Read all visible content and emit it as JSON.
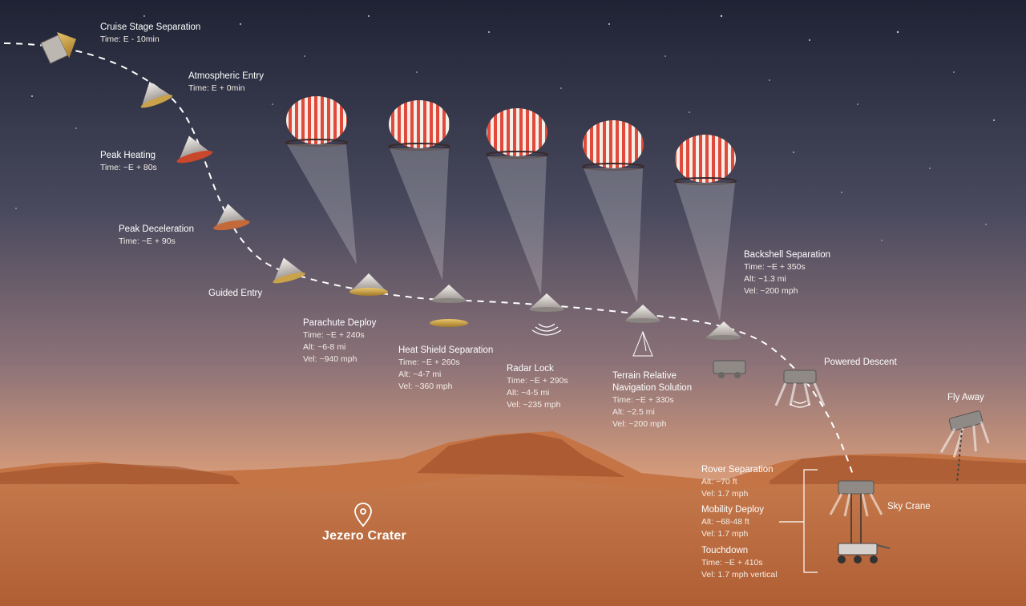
{
  "location": {
    "name": "Jezero Crater",
    "icon": "map-pin-icon"
  },
  "stages": [
    {
      "id": "cruise",
      "title": "Cruise Stage Separation",
      "details": [
        "Time: E - 10min"
      ]
    },
    {
      "id": "entry",
      "title": "Atmospheric Entry",
      "details": [
        "Time: E + 0min"
      ]
    },
    {
      "id": "heating",
      "title": "Peak Heating",
      "details": [
        "Time: ~E + 80s"
      ]
    },
    {
      "id": "decel",
      "title": "Peak Deceleration",
      "details": [
        "Time: ~E + 90s"
      ]
    },
    {
      "id": "guided",
      "title": "Guided Entry",
      "details": []
    },
    {
      "id": "parachute",
      "title": "Parachute Deploy",
      "details": [
        "Time: ~E + 240s",
        "Alt: ~6-8 mi",
        "Vel: ~940 mph"
      ]
    },
    {
      "id": "heatshield",
      "title": "Heat Shield Separation",
      "details": [
        "Time: ~E + 260s",
        "Alt: ~4-7 mi",
        "Vel: ~360 mph"
      ]
    },
    {
      "id": "radar",
      "title": "Radar Lock",
      "details": [
        "Time: ~E + 290s",
        "Alt: ~4-5 mi",
        "Vel: ~235 mph"
      ]
    },
    {
      "id": "trn",
      "title": "Terrain Relative\nNavigation Solution",
      "details": [
        "Time: ~E + 330s",
        "Alt: ~2.5 mi",
        "Vel: ~200 mph"
      ]
    },
    {
      "id": "backshell",
      "title": "Backshell Separation",
      "details": [
        "Time: ~E + 350s",
        "Alt: ~1.3 mi",
        "Vel: ~200 mph"
      ]
    },
    {
      "id": "powered",
      "title": "Powered Descent",
      "details": []
    },
    {
      "id": "flyaway",
      "title": "Fly Away",
      "details": []
    },
    {
      "id": "skycrane",
      "title": "Sky Crane",
      "details": []
    },
    {
      "id": "roversep",
      "title": "Rover Separation",
      "details": [
        "Alt: ~70 ft",
        "Vel: 1.7 mph"
      ]
    },
    {
      "id": "mobility",
      "title": "Mobility Deploy",
      "details": [
        "Alt: ~68-48 ft",
        "Vel: 1.7 mph"
      ]
    },
    {
      "id": "touchdown",
      "title": "Touchdown",
      "details": [
        "Time: ~E + 410s",
        "Vel: 1.7 mph vertical"
      ]
    }
  ],
  "colors": {
    "sky_top": "#1f2436",
    "sky_mid": "#6f6576",
    "horizon": "#d99c78",
    "ground": "#b8663a",
    "parachute_red": "#e04a3a"
  }
}
